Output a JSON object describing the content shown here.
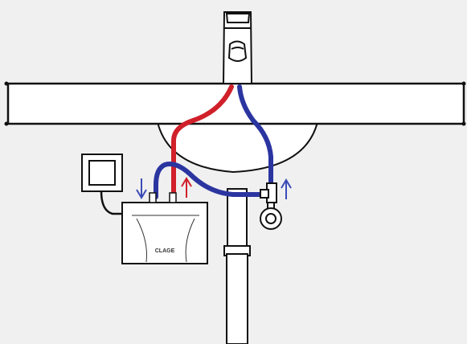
{
  "diagram": {
    "background": "#f0f0f0",
    "outline_color": "#111111",
    "fill_color": "#ffffff",
    "hot_color": "#d0202a",
    "cold_color": "#2b35a0",
    "arrow_color_cold": "#3a4cb8",
    "arrow_color_hot": "#d0202a",
    "brand_text": "CLAGE",
    "components": [
      {
        "id": "faucet",
        "icon": "faucet-icon"
      },
      {
        "id": "countertop",
        "icon": "countertop-slab"
      },
      {
        "id": "basin",
        "icon": "sink-basin"
      },
      {
        "id": "drain-pipe",
        "icon": "drain-pipe"
      },
      {
        "id": "angle-valve",
        "icon": "angle-valve-icon"
      },
      {
        "id": "water-heater",
        "icon": "instant-water-heater-icon"
      },
      {
        "id": "wall-switch",
        "icon": "wall-switch-icon"
      }
    ],
    "flows": [
      {
        "id": "cold-inlet-arrow",
        "direction": "down",
        "color": "cold"
      },
      {
        "id": "hot-outlet-arrow",
        "direction": "up",
        "color": "hot"
      },
      {
        "id": "supply-arrow",
        "direction": "up",
        "color": "cold"
      }
    ]
  }
}
